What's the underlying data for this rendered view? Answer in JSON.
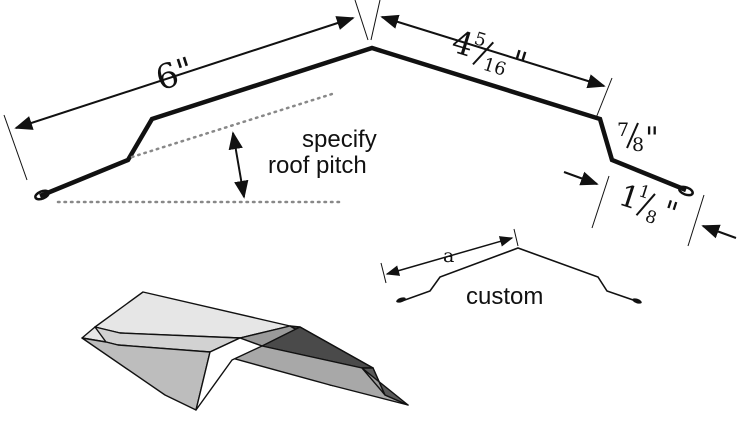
{
  "dimensions": {
    "left_run": "6\"",
    "right_run_whole": "4",
    "right_run_num": "5",
    "right_run_den": "16",
    "right_run_inch": "\"",
    "drop_num": "7",
    "drop_den": "8",
    "drop_inch": "\"",
    "hem_whole": "1",
    "hem_num": "1",
    "hem_den": "8",
    "hem_inch": "\""
  },
  "labels": {
    "pitch_line1": "specify",
    "pitch_line2": "roof pitch",
    "custom_dim": "a",
    "custom": "custom"
  },
  "colors": {
    "line": "#111111",
    "dots": "#888888",
    "panel_light": "#e6e6e6",
    "panel_mid": "#bdbdbd",
    "panel_dark": "#4a4a4a"
  }
}
